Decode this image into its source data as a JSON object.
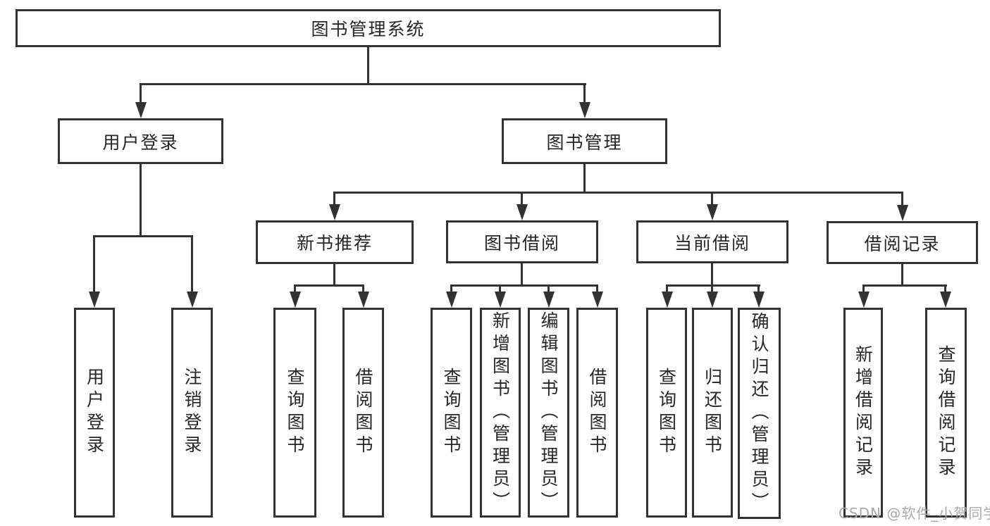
{
  "diagram": {
    "root": {
      "label": "图书管理系统"
    },
    "branches": [
      {
        "label": "用户登录",
        "children": [
          "用户登录",
          "注销登录"
        ]
      },
      {
        "label": "图书管理",
        "sections": [
          {
            "label": "新书推荐",
            "children": [
              "查询图书",
              "借阅图书"
            ]
          },
          {
            "label": "图书借阅",
            "children": [
              "查询图书",
              "新增图书（管理员）",
              "编辑图书（管理员）",
              "借阅图书"
            ]
          },
          {
            "label": "当前借阅",
            "children": [
              "查询图书",
              "归还图书",
              "确认归还（管理员）"
            ]
          },
          {
            "label": "借阅记录",
            "children": [
              "新增借阅记录",
              "查询借阅记录"
            ]
          }
        ]
      }
    ],
    "style": {
      "line_color": "#333333",
      "text_color": "#262626",
      "background": "#ffffff",
      "watermark_color": "#a9a9a9"
    },
    "watermark": "CSDN @软件_小贺同学"
  }
}
